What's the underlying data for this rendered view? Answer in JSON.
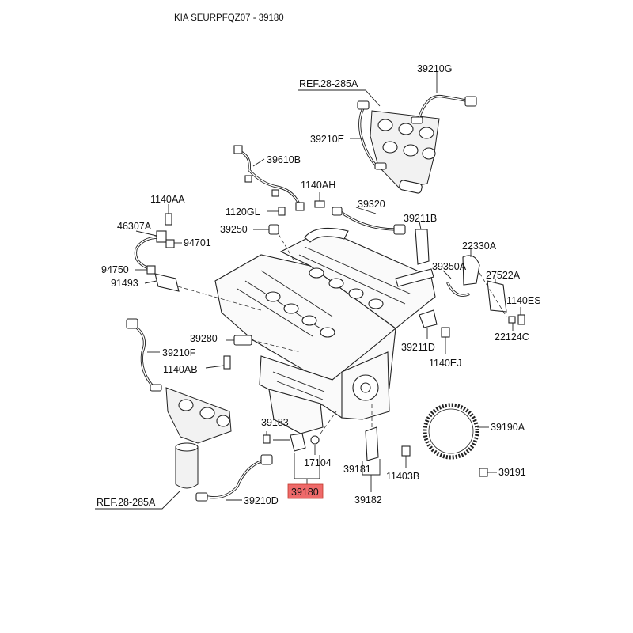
{
  "header": {
    "title": "KIA SEURPFQZ07 - 39180"
  },
  "highlight_color": "#ef6a6a",
  "callouts": {
    "ref_upper": "REF.28-285A",
    "ref_lower": "REF.28-285A",
    "p39210G": "39210G",
    "p39210E": "39210E",
    "p39610B": "39610B",
    "p1140AH": "1140AH",
    "p1140AA": "1140AA",
    "p1120GL": "1120GL",
    "p39320": "39320",
    "p46307A": "46307A",
    "p39211B": "39211B",
    "p39250": "39250",
    "p94701": "94701",
    "p22330A": "22330A",
    "p39350A": "39350A",
    "p94750": "94750",
    "p27522A": "27522A",
    "p91493": "91493",
    "p1140ES": "1140ES",
    "p22124C": "22124C",
    "p39280": "39280",
    "p39211D": "39211D",
    "p39210F": "39210F",
    "p1140EJ": "1140EJ",
    "p1140AB": "1140AB",
    "p39183": "39183",
    "p39190A": "39190A",
    "p17104": "17104",
    "p39181": "39181",
    "p11403B": "11403B",
    "p39191": "39191",
    "p39180": "39180",
    "p39210D": "39210D",
    "p39182": "39182"
  }
}
